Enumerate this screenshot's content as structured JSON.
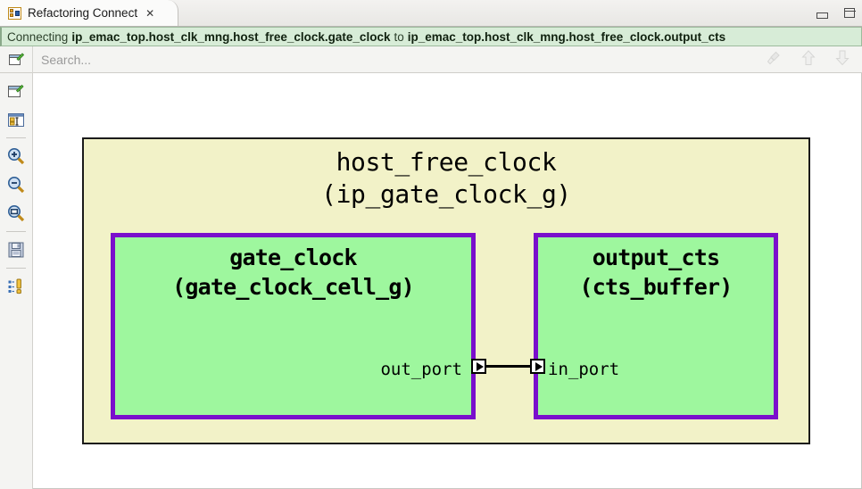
{
  "window": {
    "tab": {
      "title": "Refactoring Connect",
      "icon": "refactoring-connect-icon",
      "close_glyph": "✕"
    },
    "controls": {
      "minimize": "minimize-button",
      "maximize": "maximize-button"
    }
  },
  "statusbar": {
    "prefix": "Connecting",
    "source_path": "ip_emac_top.host_clk_mng.host_free_clock.gate_clock",
    "conjunction": "to",
    "target_path": "ip_emac_top.host_clk_mng.host_free_clock.output_cts"
  },
  "search": {
    "placeholder": "Search...",
    "value": "",
    "left_icon": "new-view-icon",
    "right_icons": [
      {
        "name": "clear-search-icon",
        "enabled": false
      },
      {
        "name": "previous-match-arrow-up-icon",
        "enabled": false
      },
      {
        "name": "next-match-arrow-down-icon",
        "enabled": false
      }
    ]
  },
  "toolbar": {
    "items": [
      {
        "name": "open-new-view-icon"
      },
      {
        "name": "show-properties-icon"
      },
      {
        "name": "separator"
      },
      {
        "name": "zoom-in-icon"
      },
      {
        "name": "zoom-out-icon"
      },
      {
        "name": "zoom-fit-icon"
      },
      {
        "name": "separator"
      },
      {
        "name": "save-icon"
      },
      {
        "name": "separator"
      },
      {
        "name": "outline-warning-icon"
      }
    ]
  },
  "diagram": {
    "outer": {
      "name": "host_free_clock",
      "type": "(ip_gate_clock_g)",
      "fill": "#f2f2c8",
      "border": "#1b1b1b"
    },
    "blocks": [
      {
        "id": "gate_clock",
        "name": "gate_clock",
        "type": "(gate_clock_cell_g)",
        "port": "out_port",
        "port_direction": "output",
        "fill": "#9ef79e",
        "border": "#7a0fcc"
      },
      {
        "id": "output_cts",
        "name": "output_cts",
        "type": "(cts_buffer)",
        "port": "in_port",
        "port_direction": "input",
        "fill": "#9ef79e",
        "border": "#7a0fcc"
      }
    ],
    "connection": {
      "from": "gate_clock.out_port",
      "to": "output_cts.in_port",
      "color": "#000000"
    }
  }
}
